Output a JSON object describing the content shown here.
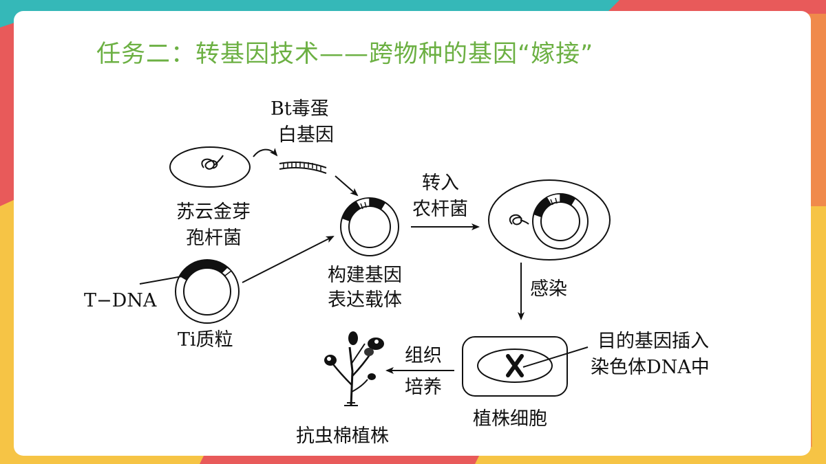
{
  "title": "任务二：转基因技术——跨物种的基因“嫁接”",
  "labels": {
    "bt_gene_line1": "Bt毒蛋",
    "bt_gene_line2": "白基因",
    "bacillus_line1": "苏云金芽",
    "bacillus_line2": "孢杆菌",
    "t_dna": "T−DNA",
    "ti_plasmid": "Ti质粒",
    "vector_line1": "构建基因",
    "vector_line2": "表达载体",
    "transfer_line1": "转入",
    "transfer_line2": "农杆菌",
    "infect": "感染",
    "insert_line1": "目的基因插入",
    "insert_line2": "染色体DNA中",
    "plant_cell": "植株细胞",
    "culture_line1": "组织",
    "culture_line2": "培养",
    "cotton": "抗虫棉植株"
  },
  "colors": {
    "title": "#6cb043",
    "card": "#ffffff",
    "background": "#35b8b8"
  }
}
